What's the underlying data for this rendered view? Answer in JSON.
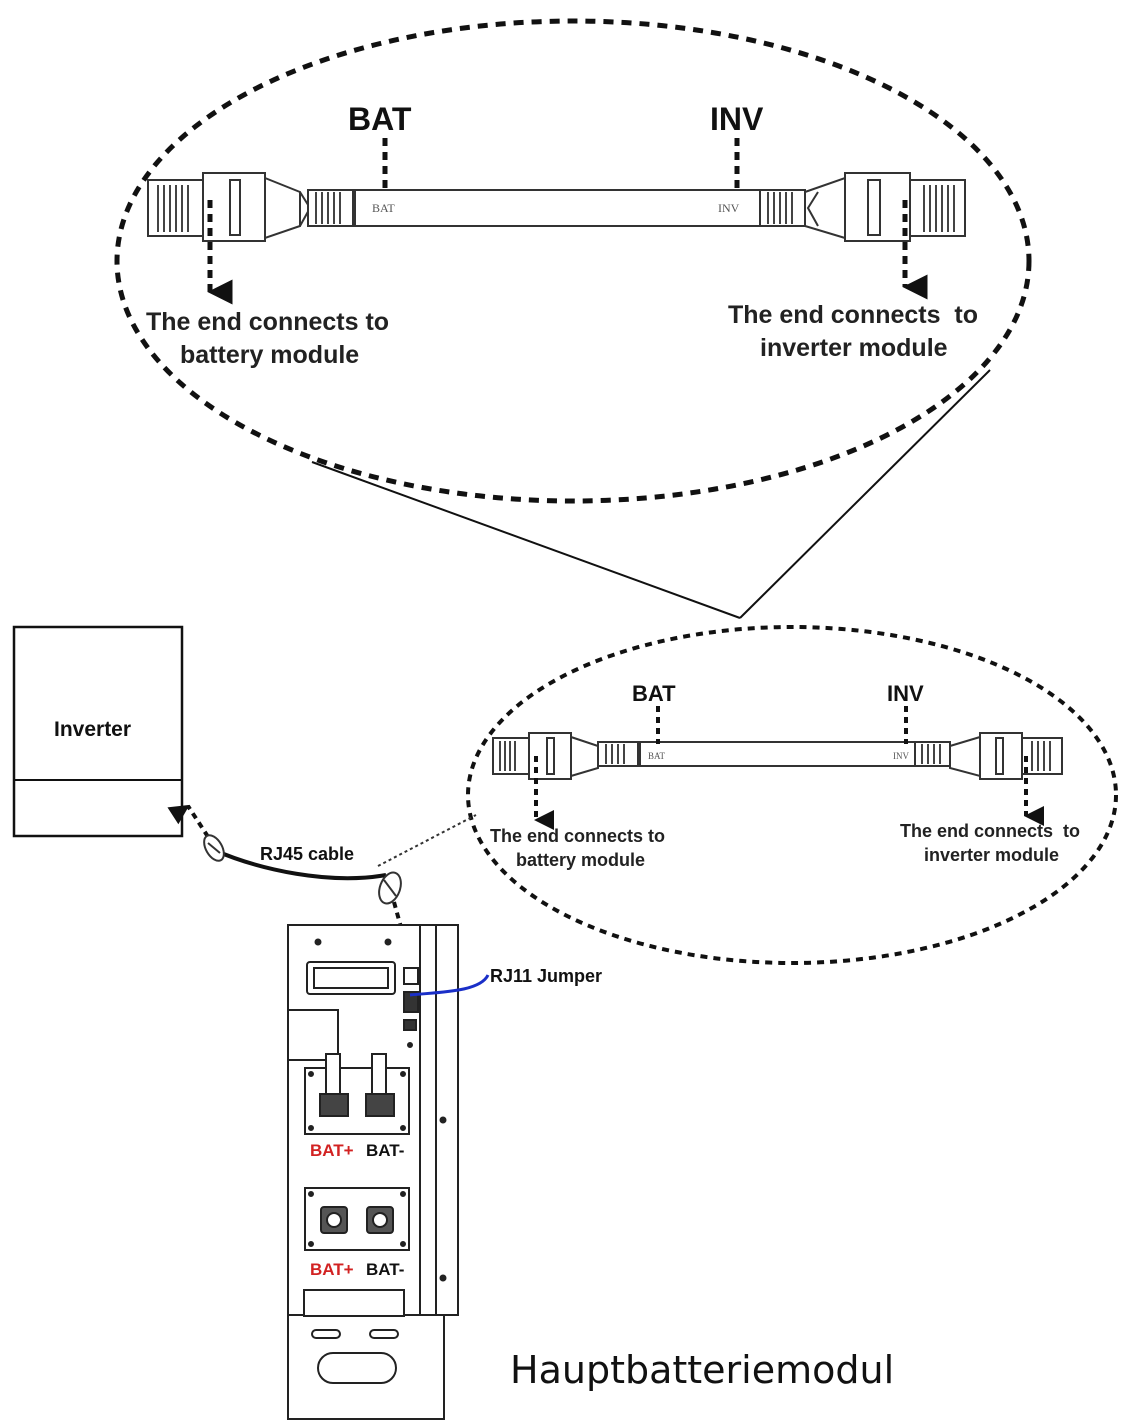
{
  "zoom_detail": {
    "bat_tag": "BAT",
    "inv_tag": "INV",
    "left_note_line1": "The end connects to",
    "left_note_line2": "battery module",
    "right_note_line1": "The end connects  to",
    "right_note_line2": "inverter module",
    "connector_left_print": "BAT",
    "connector_right_print": "INV"
  },
  "small_detail": {
    "bat_tag": "BAT",
    "inv_tag": "INV",
    "left_note_line1": "The end connects to",
    "left_note_line2": "battery module",
    "right_note_line1": "The end connects  to",
    "right_note_line2": "inverter module",
    "connector_left_print": "BAT",
    "connector_right_print": "INV"
  },
  "inverter": {
    "label": "Inverter"
  },
  "cable": {
    "label": "RJ45 cable"
  },
  "jumper": {
    "label": "RJ11 Jumper",
    "color": "#1a2fc8"
  },
  "battery": {
    "terminals_upper_pos": "BAT+",
    "terminals_upper_neg": "BAT-",
    "terminals_lower_pos": "BAT+",
    "terminals_lower_neg": "BAT-",
    "positive_color": "#d22222"
  },
  "caption": "Hauptbatteriemodul"
}
